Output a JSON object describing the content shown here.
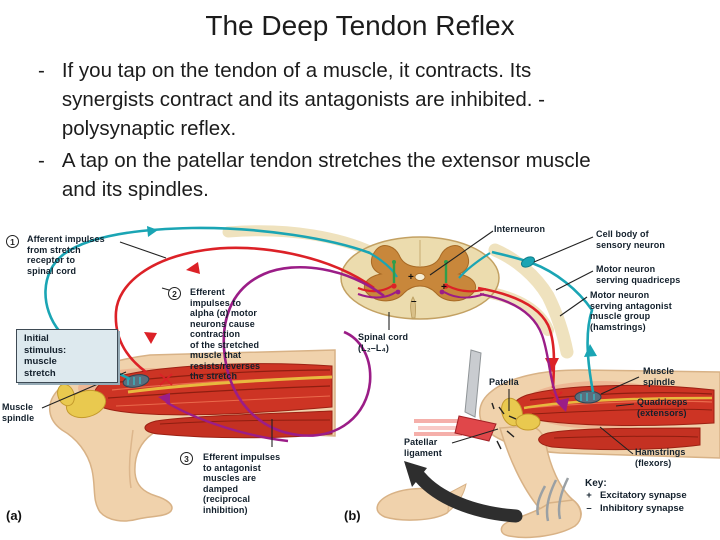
{
  "slide": {
    "title": "The Deep Tendon Reflex",
    "bullets": [
      {
        "marker": "-",
        "text": "If you tap on the tendon of a muscle, it contracts. Its\nsynergists contract and its antagonists are inhibited. -\npolysynaptic reflex."
      },
      {
        "marker": "-",
        "text": "A tap on the patellar tendon stretches the extensor muscle\nand its spindles."
      }
    ]
  },
  "diagram": {
    "steps": [
      {
        "num": "1",
        "text": "Afferent impulses\nfrom stretch\nreceptor to\nspinal cord"
      },
      {
        "num": "2",
        "text": "Efferent\nimpulses to\nalpha (α) motor\nneurons cause\ncontraction\nof the stretched\nmuscle that\nresists/reverses\nthe stretch"
      },
      {
        "num": "3",
        "text": "Efferent impulses\nto antagonist\nmuscles are\ndamped\n(reciprocal\ninhibition)"
      }
    ],
    "stimulus_box": "Initial\nstimulus:\nmuscle\nstretch",
    "labels": {
      "muscle_spindle_left": "Muscle\nspindle",
      "spinal_cord": "Spinal cord\n(L₂–L₄)",
      "interneuron": "Interneuron",
      "cell_body": "Cell body of\nsensory neuron",
      "motor_quadriceps": "Motor neuron\nserving quadriceps",
      "motor_antagonist": "Motor neuron\nserving antagonist\nmuscle group\n(hamstrings)",
      "muscle_spindle_right": "Muscle\nspindle",
      "quadriceps": "Quadriceps\n(extensors)",
      "hamstrings": "Hamstrings\n(flexors)",
      "patella": "Patella",
      "patellar_ligament": "Patellar\nligament",
      "fig_a": "(a)",
      "fig_b": "(b)"
    },
    "key": {
      "title": "Key:",
      "items": [
        {
          "symbol": "+",
          "label": "Excitatory synapse"
        },
        {
          "symbol": "–",
          "label": "Inhibitory synapse"
        }
      ]
    },
    "synapse_marks": [
      {
        "symbol": "+"
      },
      {
        "symbol": "+"
      },
      {
        "symbol": "–"
      }
    ],
    "colors": {
      "afferent_teal": "#1aa5b4",
      "efferent_red": "#dc2127",
      "antagonist_purple": "#9b1d87",
      "interneuron_green": "#2f9e4b",
      "muscle_red": "#cd3424",
      "skin": "#f0d2ac",
      "bone_yellow": "#e9c94f",
      "cord_tan": "#ecdcae",
      "gray_matter": "#c8873b",
      "stimulus_box_bg": "#dde9ee"
    }
  }
}
